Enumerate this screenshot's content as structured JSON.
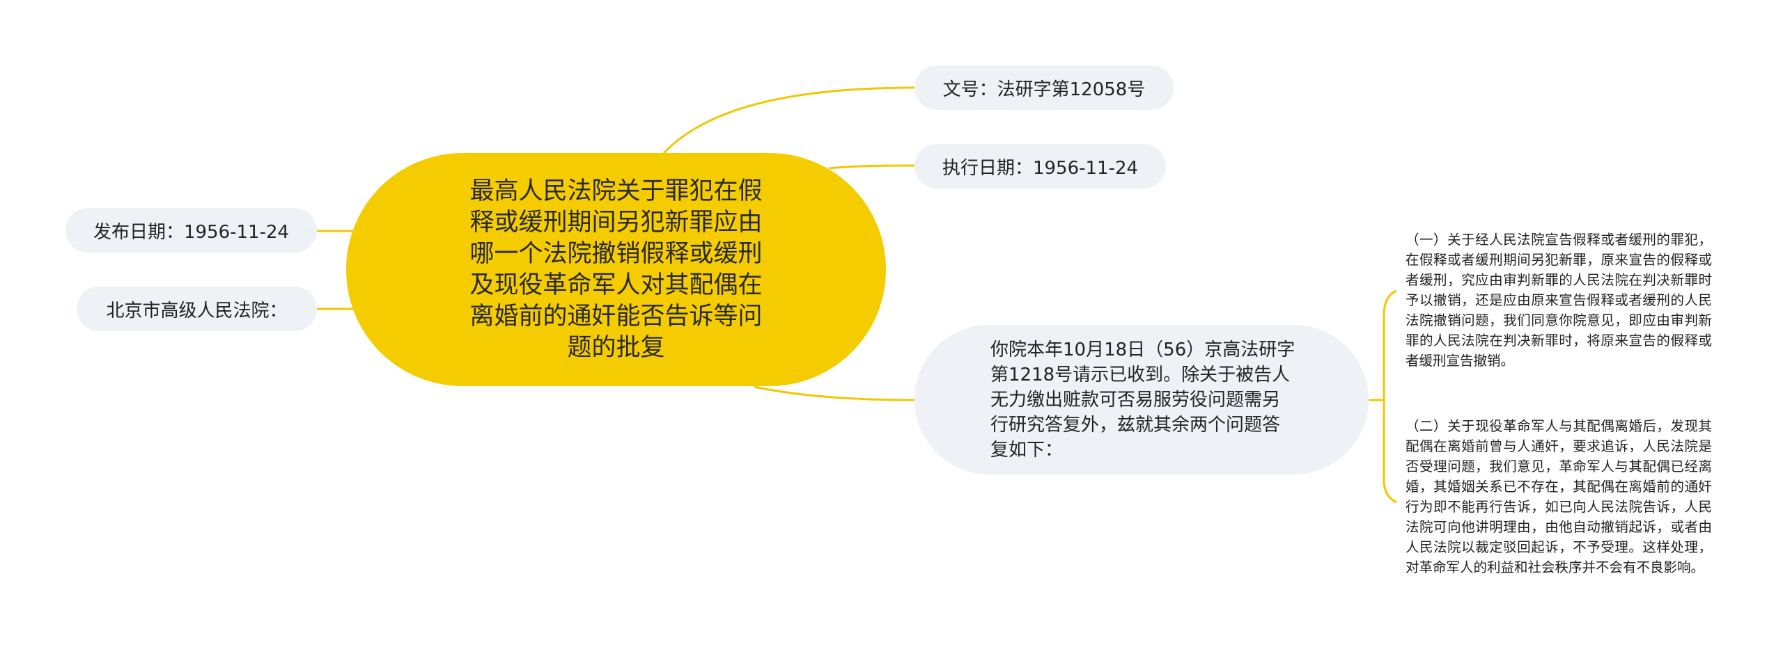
{
  "colors": {
    "root_fill": "#F5CC00",
    "node_fill": "#EEF1F5",
    "link": "#F0C800",
    "text": "#222222"
  },
  "root": {
    "title": "最高人民法院关于罪犯在假释或缓刑期间另犯新罪应由哪一个法院撤销假释或缓刑及现役革命军人对其配偶在离婚前的通奸能否告诉等问题的批复"
  },
  "right_nodes": {
    "doc_number": "文号：法研字第12058号",
    "exec_date": "执行日期：1956-11-24",
    "reply": "你院本年10月18日（56）京高法研字第1218号请示已收到。除关于被告人无力缴出赃款可否易服劳役问题需另行研究答复外，兹就其余两个问题答复如下："
  },
  "left_nodes": {
    "publish_date": "发布日期：1956-11-24",
    "addressee": "北京市高级人民法院："
  },
  "reply_children": [
    {
      "text": "（一）关于经人民法院宣告假释或者缓刑的罪犯，在假释或者缓刑期间另犯新罪，原来宣告的假释或者缓刑，究应由审判新罪的人民法院在判决新罪时予以撤销，还是应由原来宣告假释或者缓刑的人民法院撤销问题，我们同意你院意见，即应由审判新罪的人民法院在判决新罪时，将原来宣告的假释或者缓刑宣告撤销。"
    },
    {
      "text": "（二）关于现役革命军人与其配偶离婚后，发现其配偶在离婚前曾与人通奸，要求追诉，人民法院是否受理问题，我们意见，革命军人与其配偶已经离婚，其婚姻关系已不存在，其配偶在离婚前的通奸行为即不能再行告诉，如已向人民法院告诉，人民法院可向他讲明理由，由他自动撤销起诉，或者由人民法院以裁定驳回起诉，不予受理。这样处理，对革命军人的利益和社会秩序并不会有不良影响。"
    }
  ]
}
